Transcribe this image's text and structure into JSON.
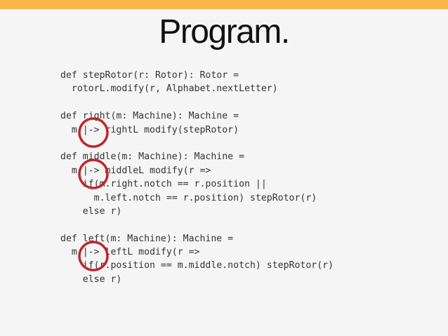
{
  "slide": {
    "title": "Program.",
    "code_lines": [
      "def stepRotor(r: Rotor): Rotor =",
      "  rotorL.modify(r, Alphabet.nextLetter)",
      "",
      "def right(m: Machine): Machine =",
      "  m |-> rightL modify(stepRotor)",
      "",
      "def middle(m: Machine): Machine =",
      "  m |-> middleL modify(r =>",
      "    if(m.right.notch == r.position ||",
      "      m.left.notch == r.position) stepRotor(r)",
      "    else r)",
      "",
      "def left(m: Machine): Machine =",
      "  m |-> leftL modify(r =>",
      "    if(r.position == m.middle.notch) stepRotor(r)",
      "    else r)"
    ]
  },
  "colors": {
    "background": "#f5f5f5",
    "top_bar": "#fbb447",
    "title": "#111111",
    "code": "#333333",
    "highlight_circle": "#c0262c"
  }
}
